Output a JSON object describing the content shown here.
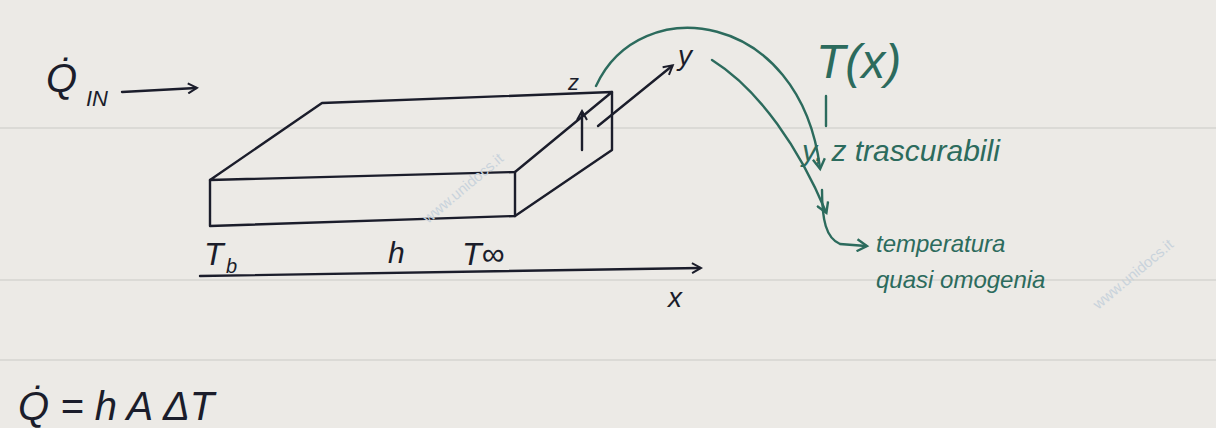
{
  "diagram": {
    "labels": [
      "Q̇",
      "IN",
      "T",
      "b",
      "h",
      "T∞",
      "x",
      "z",
      "y",
      "T(x)",
      "y, z trascurabili",
      "temperatura quasi omogenia",
      "Q̇ = h A ΔT",
      "www.unidocs.it",
      "www.unidocs.it"
    ]
  }
}
